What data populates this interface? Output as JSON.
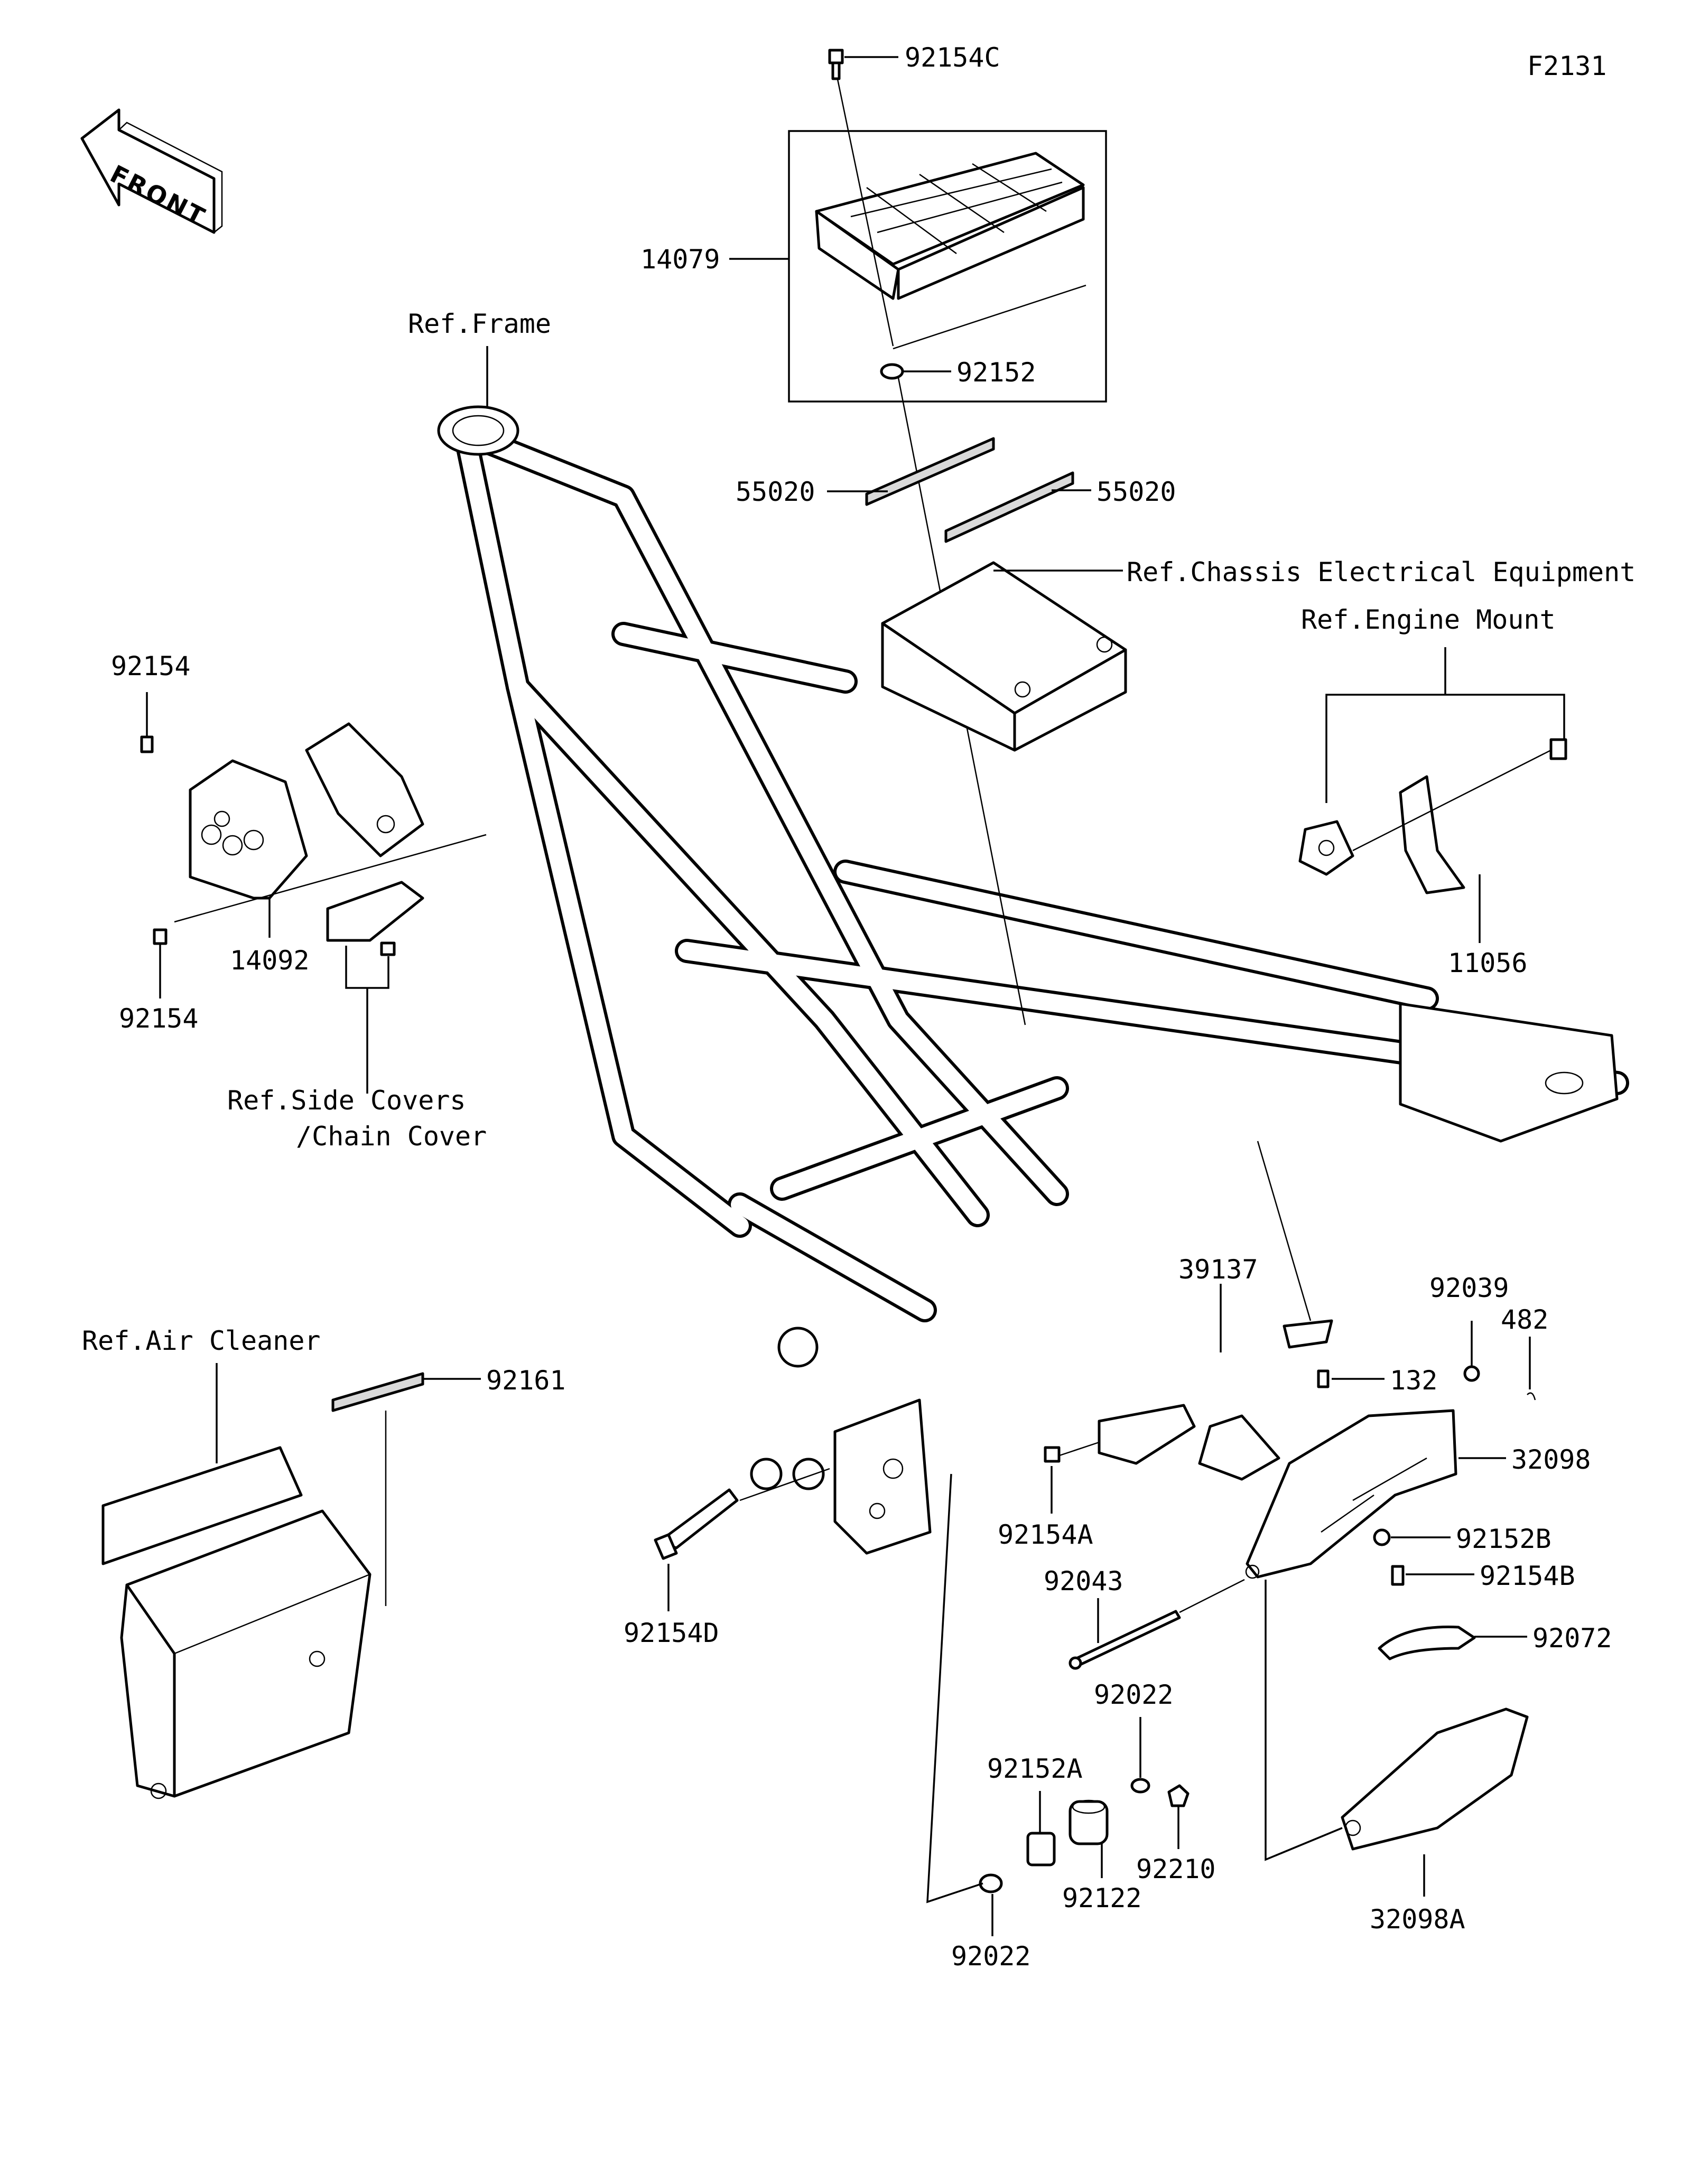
{
  "figure_code": "F2131",
  "front_label": "FRONT",
  "references": {
    "frame": "Ref.Frame",
    "chassis_electrical": "Ref.Chassis Electrical Equipment",
    "engine_mount": "Ref.Engine Mount",
    "side_covers_line1": "Ref.Side Covers",
    "side_covers_line2": "/Chain Cover",
    "air_cleaner": "Ref.Air Cleaner"
  },
  "part_numbers": {
    "p92154C": "92154C",
    "p14079": "14079",
    "p92152": "92152",
    "p55020_left": "55020",
    "p55020_right": "55020",
    "p92154_top": "92154",
    "p92154_bottom": "92154",
    "p14092": "14092",
    "p11056": "11056",
    "p39137": "39137",
    "p92039": "92039",
    "p482": "482",
    "p132": "132",
    "p32098": "32098",
    "p92152B": "92152B",
    "p92154B": "92154B",
    "p92154A": "92154A",
    "p92043": "92043",
    "p92072": "92072",
    "p92022_upper": "92022",
    "p92152A": "92152A",
    "p92210": "92210",
    "p92122": "92122",
    "p32098A": "32098A",
    "p92022_lower": "92022",
    "p92154D": "92154D",
    "p92161": "92161"
  }
}
